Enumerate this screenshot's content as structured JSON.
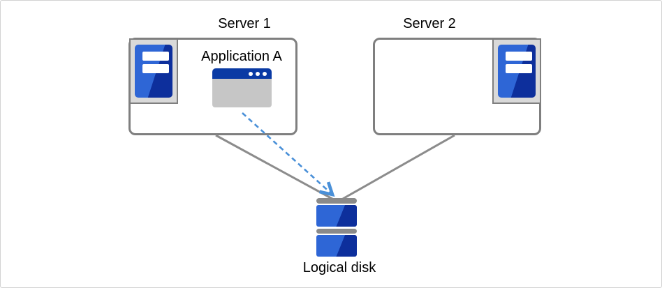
{
  "nodes": {
    "server1": {
      "label": "Server 1",
      "icon": "server-tower-icon"
    },
    "server2": {
      "label": "Server 2",
      "icon": "server-tower-icon"
    },
    "application": {
      "label": "Application A",
      "icon": "application-window-icon"
    },
    "disk": {
      "label": "Logical disk",
      "icon": "stacked-disk-icon"
    }
  },
  "connections": [
    {
      "from": "server1",
      "to": "disk",
      "style": "solid",
      "color": "#8c8c8c"
    },
    {
      "from": "server2",
      "to": "disk",
      "style": "solid",
      "color": "#8c8c8c"
    },
    {
      "from": "application",
      "to": "disk",
      "style": "dashed-arrow",
      "color": "#4a90d8"
    }
  ],
  "colors": {
    "box_border": "#7f7f7f",
    "frame_fill": "#d9d9d9",
    "blue_light": "#2e66d6",
    "blue_dark": "#0d2f9c",
    "window_titlebar": "#0a3aa4",
    "window_body": "#c6c6c6",
    "disk_bar": "#8a8a8a",
    "line_gray": "#8c8c8c",
    "arrow_blue": "#4a90d8",
    "label_color": "#000000",
    "canvas_border": "#d2d2d2"
  }
}
